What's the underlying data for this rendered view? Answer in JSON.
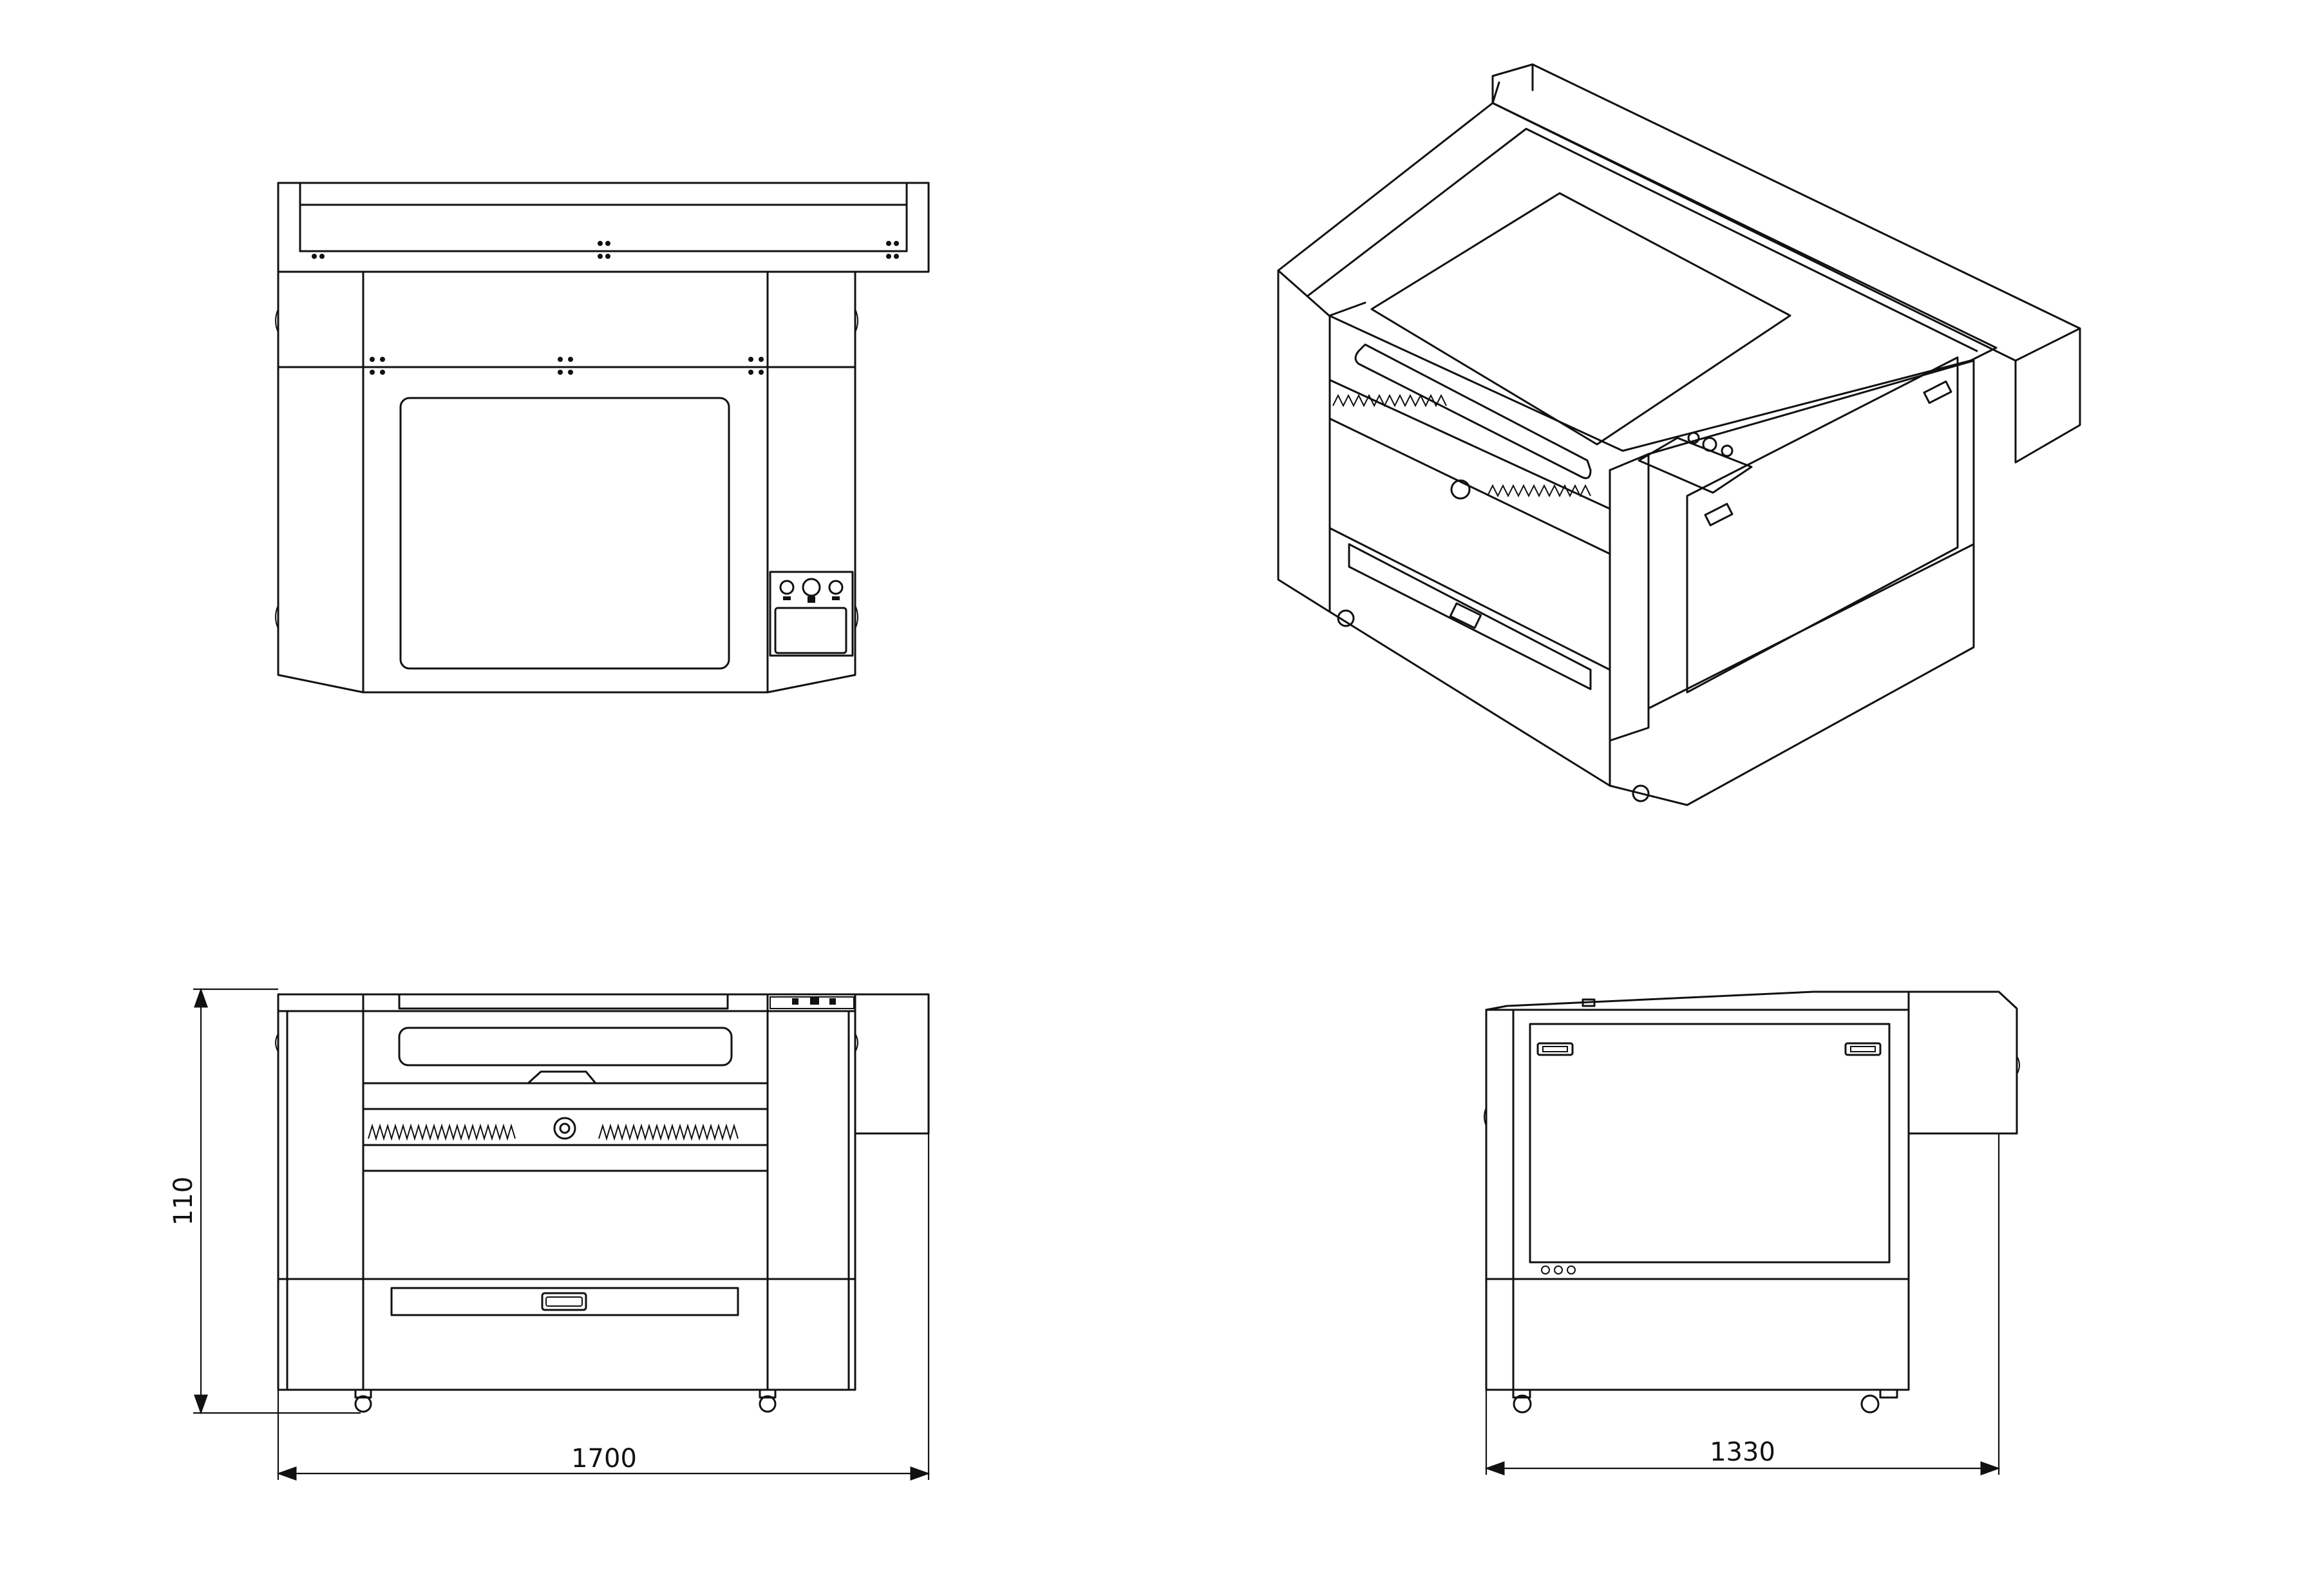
{
  "drawing": {
    "views": [
      "top-view",
      "isometric-view",
      "front-view",
      "side-view"
    ]
  },
  "dimensions": {
    "front_width": "1700",
    "front_height": "110",
    "side_depth": "1330"
  },
  "colors": {
    "line": "#111111",
    "background": "#ffffff"
  }
}
